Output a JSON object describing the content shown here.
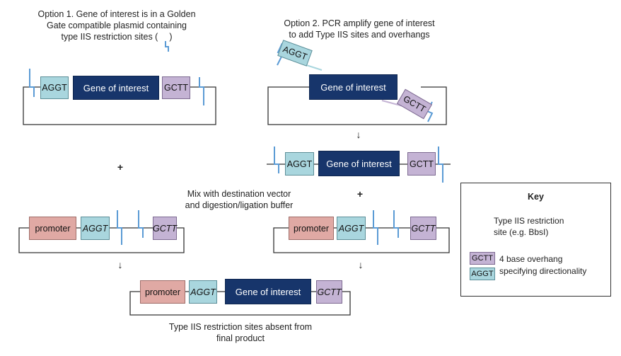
{
  "captions": {
    "option1": [
      "Option 1. Gene of interest is in a Golden",
      "Gate compatible plasmid containing",
      "type IIS restriction sites (",
      ")"
    ],
    "option2": [
      "Option 2. PCR amplify gene of interest",
      "to add Type IIS sites and overhangs"
    ],
    "mix": [
      "Mix with destination vector",
      "and digestion/ligation buffer"
    ],
    "final": [
      "Type IIS restriction sites absent from",
      "final product"
    ]
  },
  "labels": {
    "gene": "Gene of interest",
    "aggt": "AGGT",
    "gctt": "GCTT",
    "promoter": "promoter"
  },
  "symbols": {
    "plus": "+",
    "arrow": "↓"
  },
  "key": {
    "title": "Key",
    "site": [
      "Type IIS restriction",
      "site (e.g. BbsI)"
    ],
    "gctt": "GCTT",
    "aggt": "AGGT",
    "overhang": [
      "4 base overhang",
      "specifying directionality"
    ]
  },
  "colors": {
    "gene": "#17356b",
    "aggt": "#a9d6de",
    "gctt": "#c4b3d4",
    "promoter": "#e0a9a4",
    "site": "#5b9bd5"
  }
}
